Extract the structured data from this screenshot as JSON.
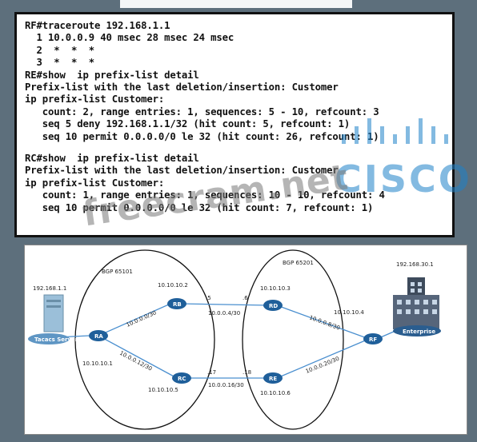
{
  "terminal": {
    "lines": [
      "RF#traceroute 192.168.1.1",
      "  1 10.0.0.9 40 msec 28 msec 24 msec",
      "  2  *  *  *",
      "  3  *  *  *",
      "RE#show  ip prefix-list detail",
      "Prefix-list with the last deletion/insertion: Customer",
      "ip prefix-list Customer:",
      "   count: 2, range entries: 1, sequences: 5 - 10, refcount: 3",
      "   seq 5 deny 192.168.1.1/32 (hit count: 5, refcount: 1)",
      "   seq 10 permit 0.0.0.0/0 le 32 (hit count: 26, refcount: 1)",
      "",
      "RC#show  ip prefix-list detail",
      "Prefix-list with the last deletion/insertion: Customer",
      "ip prefix-list Customer:",
      "   count: 1, range entries: 1, sequences: 10 - 10, refcount: 4",
      "   seq 10 permit 0.0.0.0/0 le 32 (hit count: 7, refcount: 1)"
    ]
  },
  "diagram": {
    "bgp_left": "BGP 65101",
    "bgp_right": "BGP 65201",
    "tacacs_ip": "192.168.1.1",
    "tacacs_label": "Tacacs Server",
    "enterprise_ip": "192.168.30.1",
    "enterprise_label": "Enterprise",
    "routers": {
      "ra": "RA",
      "rb": "RB",
      "rc": "RC",
      "rd": "RD",
      "re": "RE",
      "rf": "RF"
    },
    "ra_loopback": "10.10.10.1",
    "rb_loopback": "10.10.10.2",
    "rc_loopback": "10.10.10.5",
    "rd_loopback": "10.10.10.3",
    "re_loopback": "10.10.10.6",
    "rf_loopback": "10.10.10.4",
    "link_ra_rb": "10.0.0.0/30",
    "link_ra_rc": "10.0.0.12/30",
    "link_rb_rd": "10.0.0.4/30",
    "link_rc_re": "10.0.0.16/30",
    "link_rd_rf": "10.0.0.8/30",
    "link_re_rf": "10.0.0.20/30",
    "rb_if": ".5",
    "rd_if": ".6",
    "rc_if": ".17",
    "re_if": ".18"
  },
  "watermarks": {
    "cisco": "CISCO",
    "freecram": "freecram.net"
  },
  "colors": {
    "router": "#1f5f9a",
    "page_bg": "#5d6f7c",
    "cisco_watermark": "#1e82c8"
  }
}
